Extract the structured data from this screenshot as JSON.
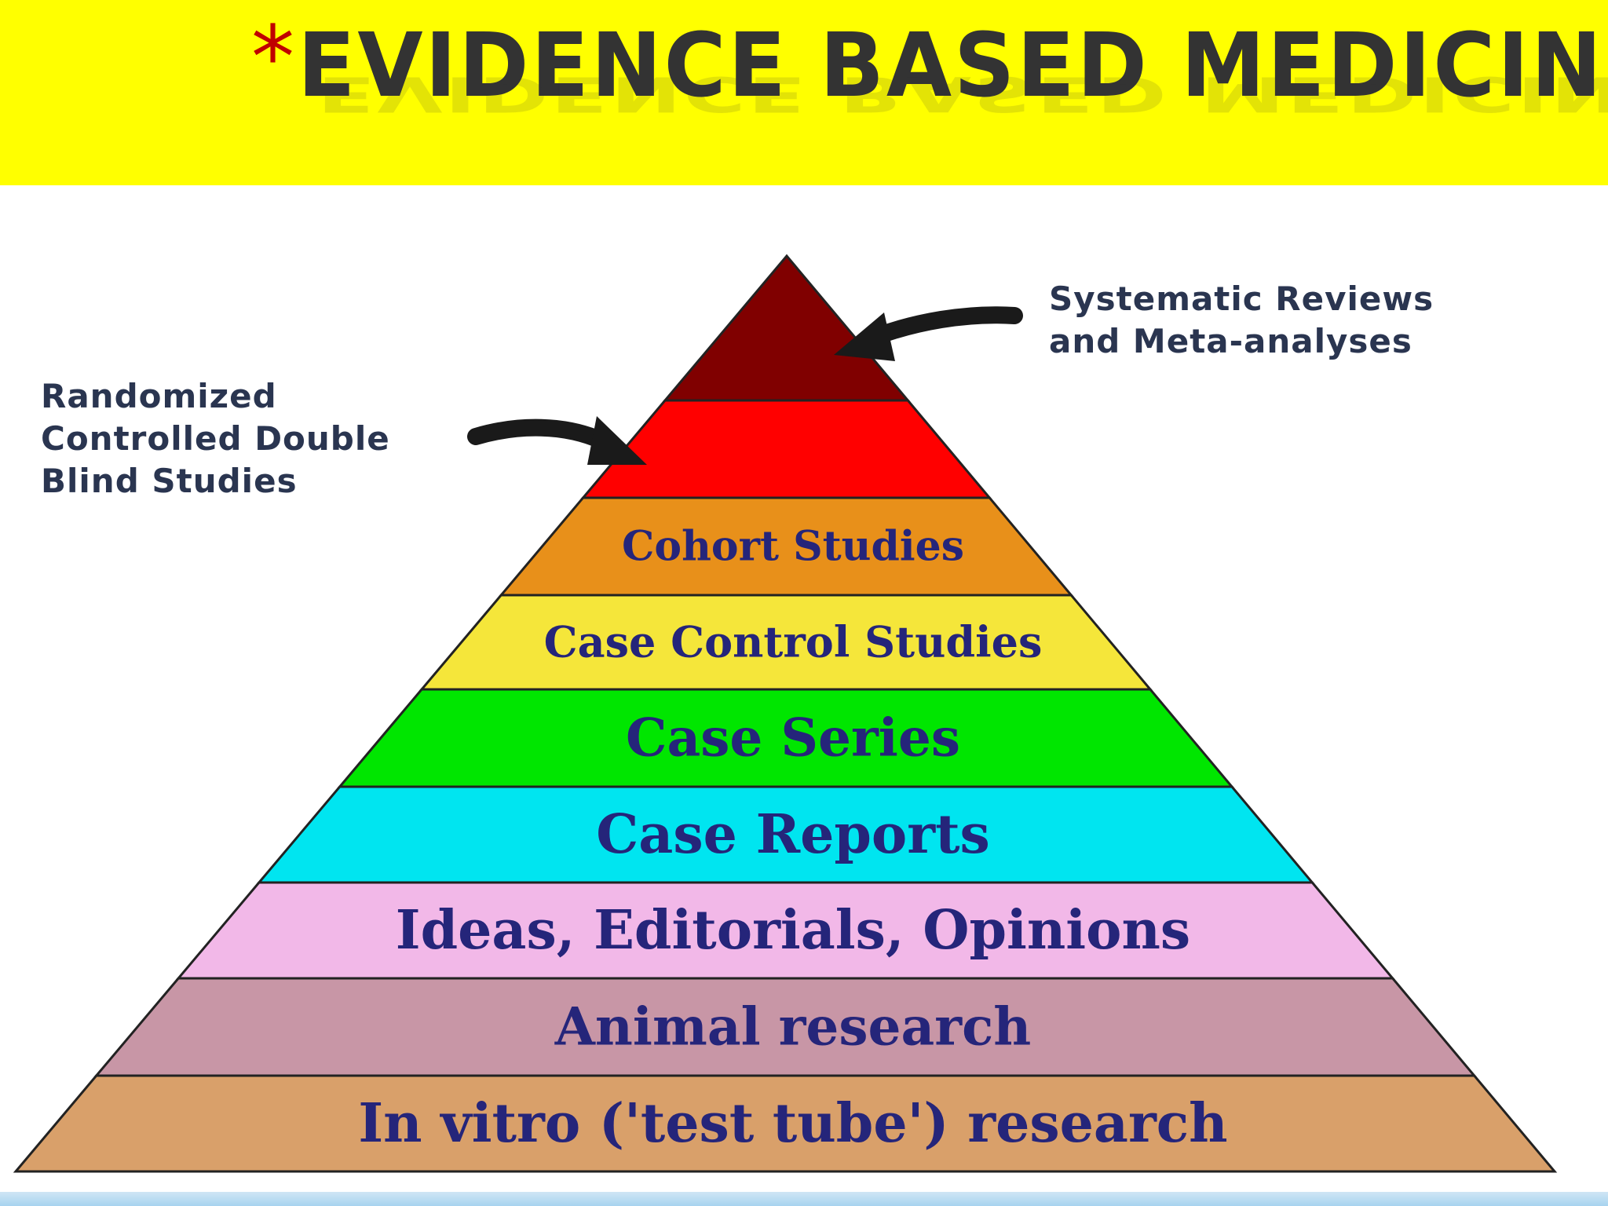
{
  "header": {
    "asterisk": "*",
    "title": "EVIDENCE BASED MEDICINE",
    "background_color": "#ffff00",
    "asterisk_color": "#c00000",
    "title_color": "#333333"
  },
  "pyramid": {
    "tiers": [
      {
        "label": "",
        "color": "#800000"
      },
      {
        "label": "",
        "color": "#ff0000"
      },
      {
        "label": "Cohort Studies",
        "color": "#e8901a"
      },
      {
        "label": "Case Control Studies",
        "color": "#f5e63a"
      },
      {
        "label": "Case Series",
        "color": "#00e600"
      },
      {
        "label": "Case Reports",
        "color": "#00e5f0"
      },
      {
        "label": "Ideas, Editorials, Opinions",
        "color": "#f2b8e8"
      },
      {
        "label": "Animal research",
        "color": "#c896a6"
      },
      {
        "label": "In vitro ('test tube') research",
        "color": "#d9a06a"
      }
    ],
    "text_color": "#25257a",
    "outline_color": "#222222"
  },
  "annotations": {
    "left": [
      "Randomized",
      "Controlled Double",
      "Blind Studies"
    ],
    "right": [
      "Systematic Reviews",
      "and Meta-analyses"
    ]
  }
}
